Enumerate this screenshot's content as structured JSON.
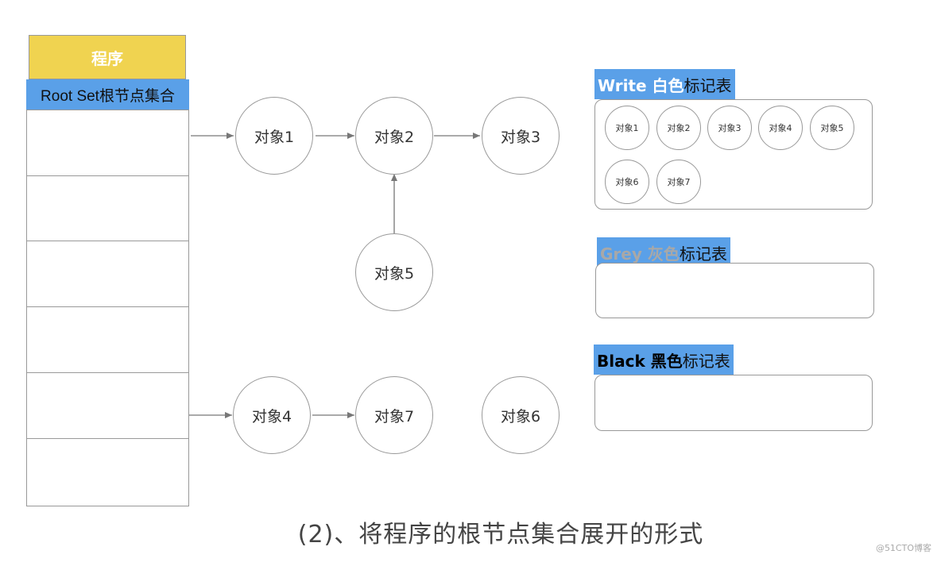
{
  "program": {
    "title": "程序",
    "root_set_label": "Root Set根节点集合"
  },
  "nodes": {
    "n1": "对象1",
    "n2": "对象2",
    "n3": "对象3",
    "n4": "对象4",
    "n5": "对象5",
    "n6": "对象6",
    "n7": "对象7"
  },
  "white_table": {
    "label_en": "Write 白色",
    "label_cn": "标记表",
    "items": [
      "对象1",
      "对象2",
      "对象3",
      "对象4",
      "对象5",
      "对象6",
      "对象7"
    ]
  },
  "grey_table": {
    "label_en": "Grey 灰色",
    "label_cn": "标记表",
    "label_en_color": "#a0a0a0"
  },
  "black_table": {
    "label_en": "Black 黑色",
    "label_cn": "标记表"
  },
  "caption": "(2)、将程序的根节点集合展开的形式",
  "watermark": "@51CTO博客",
  "colors": {
    "program_header": "#f0d350",
    "label_blue": "#5aa0e8",
    "border": "#999999"
  }
}
